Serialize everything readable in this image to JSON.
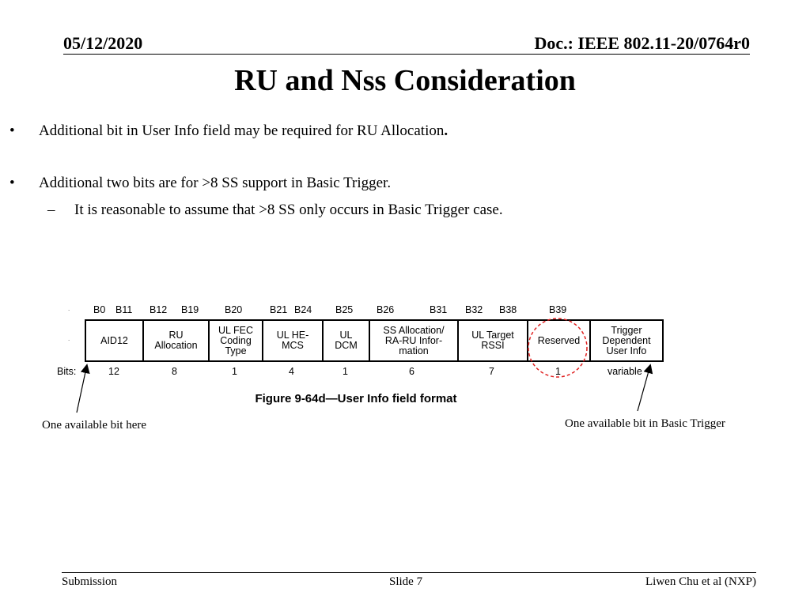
{
  "header": {
    "date": "05/12/2020",
    "doc": "Doc.: IEEE 802.11-20/0764r0"
  },
  "title": "RU and Nss Consideration",
  "bullets": [
    {
      "symbol": "•",
      "text": "Additional bit in User Info field may be required for RU Allocation",
      "suffix": "."
    },
    {
      "symbol": "•",
      "text": "Additional two bits are for >8 SS support in Basic Trigger."
    }
  ],
  "subbullets": [
    {
      "symbol": "–",
      "text": "It is reasonable to assume that >8 SS only occurs in Basic Trigger case."
    }
  ],
  "figure": {
    "bit_positions": [
      "B0",
      "B11",
      "B12",
      "B19",
      "B20",
      "B21",
      "B24",
      "B25",
      "B26",
      "B31",
      "B32",
      "B38",
      "B39"
    ],
    "fields": [
      {
        "label": "AID12",
        "bits": "12"
      },
      {
        "label": "RU\nAllocation",
        "bits": "8"
      },
      {
        "label": "UL FEC\nCoding\nType",
        "bits": "1"
      },
      {
        "label": "UL HE-\nMCS",
        "bits": "4"
      },
      {
        "label": "UL\nDCM",
        "bits": "1"
      },
      {
        "label": "SS Allocation/\nRA-RU Infor-\nmation",
        "bits": "6"
      },
      {
        "label": "UL Target\nRSSI",
        "bits": "7"
      },
      {
        "label": "Reserved",
        "bits": "1"
      },
      {
        "label": "Trigger\nDependent\nUser Info",
        "bits": "variable"
      }
    ],
    "bits_label": "Bits:",
    "caption": "Figure 9-64d—User Info field format",
    "dot_marks": [
      ".",
      "."
    ]
  },
  "annotations": {
    "left": "One available bit here",
    "right": "One available bit in Basic Trigger"
  },
  "footer": {
    "left": "Submission",
    "center": "Slide 7",
    "right": "Liwen Chu et al (NXP)"
  },
  "colors": {
    "highlight_circle": "#e02020"
  }
}
